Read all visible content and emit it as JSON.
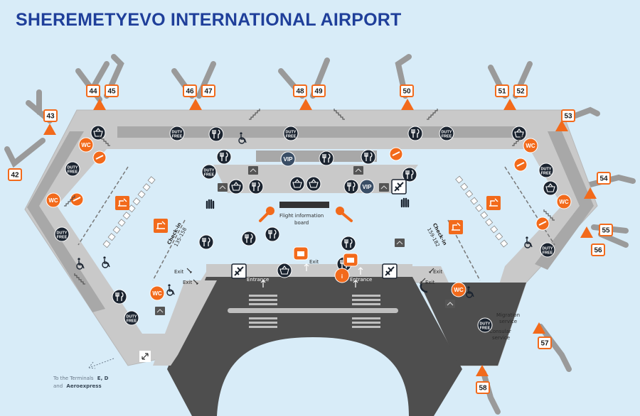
{
  "title": "SHEREMETYEVO INTERNATIONAL AIRPORT",
  "gates": [
    "42",
    "43",
    "44",
    "45",
    "46",
    "47",
    "48",
    "49",
    "50",
    "51",
    "52",
    "53",
    "54",
    "55",
    "56",
    "57",
    "58"
  ],
  "labels": {
    "flight_info_line1": "Flight information",
    "flight_info_line2": "board",
    "entrance_left": "Entrance",
    "entrance_right": "Entrance",
    "exit_left_1": "Exit",
    "exit_left_2": "Exit",
    "exit_center": "Exit",
    "exit_right_1": "Exit",
    "exit_right_2": "Exit",
    "checkin_left_title": "Check-in",
    "checkin_left_range": "135-158",
    "checkin_right_title": "Check-in",
    "checkin_right_range": "159-182",
    "migration_line1": "Migration",
    "migration_line2": "service",
    "consular_line1": "Consular",
    "consular_line2": "service",
    "terminals_line1": "To the Terminals",
    "terminals_bold": "E, D",
    "terminals_line2": "and",
    "terminals_bold2": "Aeroexpress"
  },
  "icon_text": {
    "duty_free_1": "DUTY",
    "duty_free_2": "FREE",
    "wc": "WC",
    "vip": "VIP",
    "info": "i"
  },
  "colors": {
    "background": "#d8ecf8",
    "terminal": "#c9c9c9",
    "corridor": "#a8a8a8",
    "dark": "#4e4e4e",
    "accent": "#f26a1b",
    "title": "#1f3f9a",
    "icon_dark": "#1b2430"
  }
}
